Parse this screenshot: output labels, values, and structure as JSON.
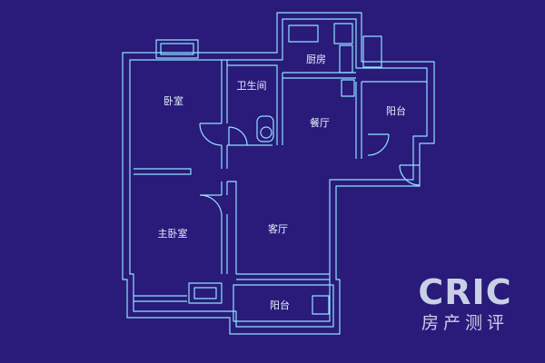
{
  "rooms": {
    "bedroom": "卧室",
    "bathroom": "卫生间",
    "kitchen": "厨房",
    "dining": "餐厅",
    "balcony_right": "阳台",
    "master_bedroom": "主卧室",
    "living": "客厅",
    "balcony_bottom": "阳台"
  },
  "watermark": {
    "title": "CRIC",
    "subtitle": "房产测评"
  },
  "colors": {
    "background": "#2a1a7a",
    "wall": "#8fe3ff",
    "label": "#e6f2ff",
    "watermark": "#c9d0e6"
  }
}
